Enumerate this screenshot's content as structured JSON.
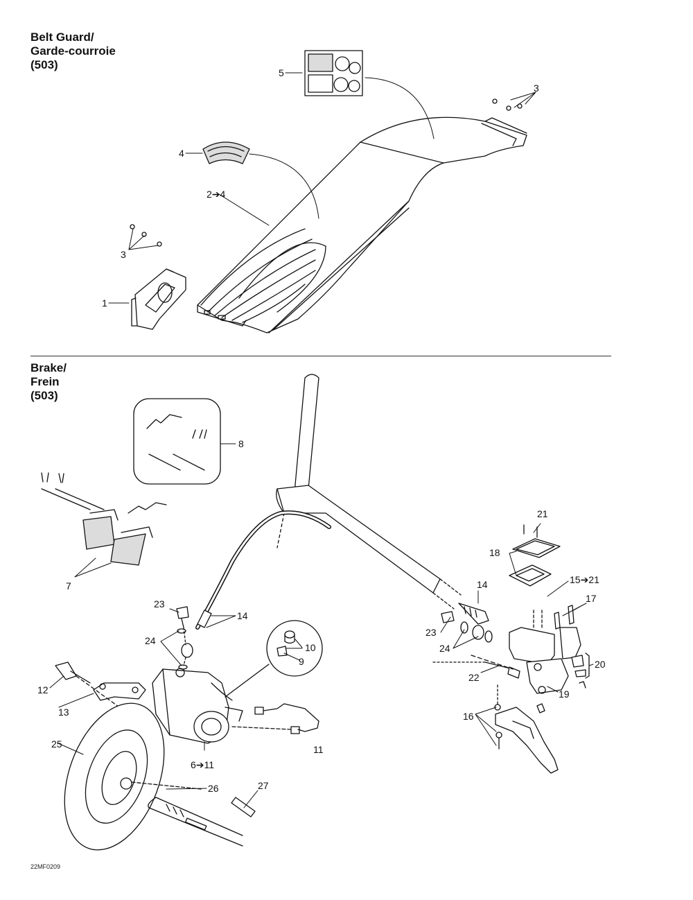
{
  "sections": {
    "belt_guard": {
      "title_en": "Belt Guard/",
      "title_fr": "Garde-courroie",
      "model": "(503)"
    },
    "brake": {
      "title_en": "Brake/",
      "title_fr": "Frein",
      "model": "(503)"
    }
  },
  "callouts": {
    "c1": "1",
    "c2": "2➔4",
    "c3a": "3",
    "c3b": "3",
    "c4": "4",
    "c5": "5",
    "c6": "6➔11",
    "c7": "7",
    "c8": "8",
    "c9": "9",
    "c10": "10",
    "c11": "11",
    "c12": "12",
    "c13": "13",
    "c14a": "14",
    "c14b": "14",
    "c15": "15➔21",
    "c16": "16",
    "c17": "17",
    "c18": "18",
    "c19": "19",
    "c20": "20",
    "c21": "21",
    "c22": "22",
    "c23a": "23",
    "c23b": "23",
    "c24a": "24",
    "c24b": "24",
    "c25": "25",
    "c26": "26",
    "c27": "27"
  },
  "figure_code": "22MF0209",
  "colors": {
    "ink": "#111111",
    "fill": "#ffffff",
    "shade": "#dcdcdc"
  }
}
